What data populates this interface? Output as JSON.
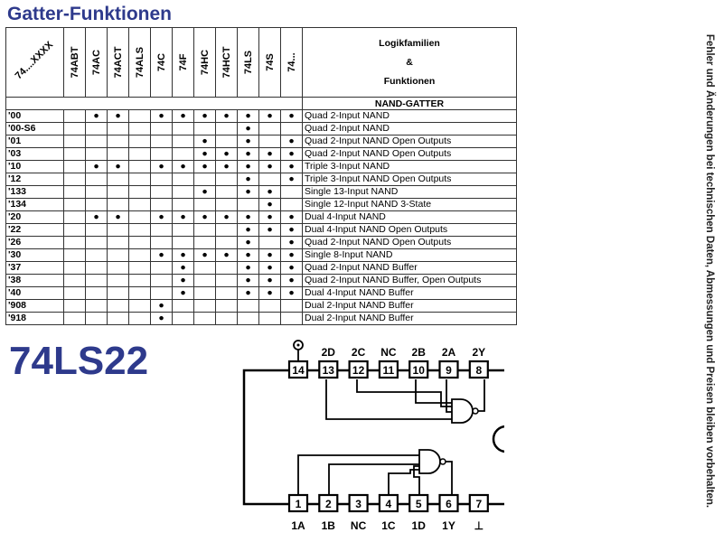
{
  "page_title": "Gatter-Funktionen",
  "table": {
    "corner_label": "74....XXXX",
    "families": [
      "74ABT",
      "74AC",
      "74ACT",
      "74ALS",
      "74C",
      "74F",
      "74HC",
      "74HCT",
      "74LS",
      "74S",
      "74..."
    ],
    "function_header": [
      "Logikfamilien",
      "&",
      "Funktionen"
    ],
    "section_title": "NAND-GATTER",
    "rows": [
      {
        "part": "'00",
        "marks": [
          "",
          "●",
          "●",
          "",
          "●",
          "●",
          "●",
          "●",
          "●",
          "●",
          "●"
        ],
        "desc": "Quad 2-Input NAND"
      },
      {
        "part": "'00-S6",
        "marks": [
          "",
          "",
          "",
          "",
          "",
          "",
          "",
          "",
          "●",
          "",
          ""
        ],
        "desc": "Quad 2-Input NAND"
      },
      {
        "part": "'01",
        "marks": [
          "",
          "",
          "",
          "",
          "",
          "",
          "●",
          "",
          "●",
          "",
          "●"
        ],
        "desc": "Quad 2-Input NAND Open Outputs"
      },
      {
        "part": "'03",
        "marks": [
          "",
          "",
          "",
          "",
          "",
          "",
          "●",
          "●",
          "●",
          "●",
          "●"
        ],
        "desc": "Quad 2-Input NAND Open Outputs"
      },
      {
        "part": "'10",
        "marks": [
          "",
          "●",
          "●",
          "",
          "●",
          "●",
          "●",
          "●",
          "●",
          "●",
          "●"
        ],
        "desc": "Triple 3-Input NAND"
      },
      {
        "part": "'12",
        "marks": [
          "",
          "",
          "",
          "",
          "",
          "",
          "",
          "",
          "●",
          "",
          "●"
        ],
        "desc": "Triple 3-Input NAND Open Outputs"
      },
      {
        "part": "'133",
        "marks": [
          "",
          "",
          "",
          "",
          "",
          "",
          "●",
          "",
          "●",
          "●",
          ""
        ],
        "desc": "Single 13-Input NAND"
      },
      {
        "part": "'134",
        "marks": [
          "",
          "",
          "",
          "",
          "",
          "",
          "",
          "",
          "",
          "●",
          ""
        ],
        "desc": "Single 12-Input NAND 3-State"
      },
      {
        "part": "'20",
        "marks": [
          "",
          "●",
          "●",
          "",
          "●",
          "●",
          "●",
          "●",
          "●",
          "●",
          "●"
        ],
        "desc": "Dual 4-Input NAND"
      },
      {
        "part": "'22",
        "marks": [
          "",
          "",
          "",
          "",
          "",
          "",
          "",
          "",
          "●",
          "●",
          "●"
        ],
        "desc": "Dual 4-Input NAND Open Outputs"
      },
      {
        "part": "'26",
        "marks": [
          "",
          "",
          "",
          "",
          "",
          "",
          "",
          "",
          "●",
          "",
          "●"
        ],
        "desc": "Quad 2-Input NAND Open Outputs"
      },
      {
        "part": "'30",
        "marks": [
          "",
          "",
          "",
          "",
          "●",
          "●",
          "●",
          "●",
          "●",
          "●",
          "●"
        ],
        "desc": "Single 8-Input NAND"
      },
      {
        "part": "'37",
        "marks": [
          "",
          "",
          "",
          "",
          "",
          "●",
          "",
          "",
          "●",
          "●",
          "●"
        ],
        "desc": "Quad 2-Input NAND Buffer"
      },
      {
        "part": "'38",
        "marks": [
          "",
          "",
          "",
          "",
          "",
          "●",
          "",
          "",
          "●",
          "●",
          "●"
        ],
        "desc": "Quad 2-Input NAND Buffer, Open Outputs"
      },
      {
        "part": "'40",
        "marks": [
          "",
          "",
          "",
          "",
          "",
          "●",
          "",
          "",
          "●",
          "●",
          "●"
        ],
        "desc": "Dual 4-Input NAND Buffer"
      },
      {
        "part": "'908",
        "marks": [
          "",
          "",
          "",
          "",
          "●",
          "",
          "",
          "",
          "",
          "",
          ""
        ],
        "desc": "Dual 2-Input NAND Buffer"
      },
      {
        "part": "'918",
        "marks": [
          "",
          "",
          "",
          "",
          "●",
          "",
          "",
          "",
          "",
          "",
          ""
        ],
        "desc": "Dual 2-Input NAND Buffer"
      }
    ]
  },
  "chip": {
    "title": "74LS22",
    "top_pins": [
      {
        "num": "14",
        "label": ""
      },
      {
        "num": "13",
        "label": "2D"
      },
      {
        "num": "12",
        "label": "2C"
      },
      {
        "num": "11",
        "label": "NC"
      },
      {
        "num": "10",
        "label": "2B"
      },
      {
        "num": "9",
        "label": "2A"
      },
      {
        "num": "8",
        "label": "2Y"
      }
    ],
    "bottom_pins": [
      {
        "num": "1",
        "label": "1A"
      },
      {
        "num": "2",
        "label": "1B"
      },
      {
        "num": "3",
        "label": "NC"
      },
      {
        "num": "4",
        "label": "1C"
      },
      {
        "num": "5",
        "label": "1D"
      },
      {
        "num": "6",
        "label": "1Y"
      },
      {
        "num": "7",
        "label": "⊥"
      }
    ]
  },
  "side_note": "Fehler und Änderungen bei technischen Daten, Abmessungen und Preisen bleiben vorbehalten."
}
